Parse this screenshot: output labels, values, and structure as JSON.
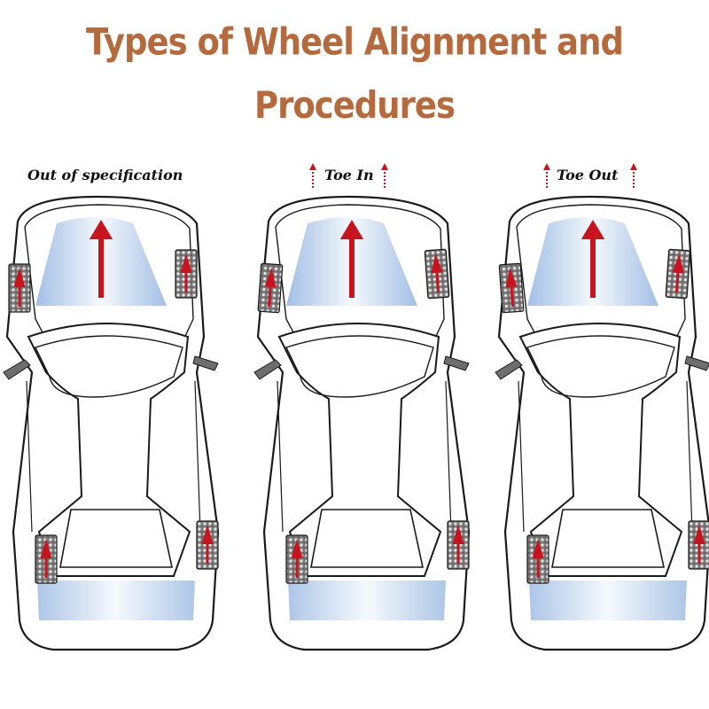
{
  "title": "Types of Wheel Alignment and Procedures",
  "panels": [
    {
      "label": "Out of specification",
      "wheels": "parallel",
      "cue_arrows": false
    },
    {
      "label": "Toe In",
      "wheels": "toe-in",
      "cue_arrows": true
    },
    {
      "label": "Toe Out",
      "wheels": "toe-out",
      "cue_arrows": true
    }
  ],
  "colors": {
    "title": "#b56a3e",
    "arrow": "#c8141e",
    "glass": "#b7cde8",
    "outline": "#1a1a1a"
  }
}
